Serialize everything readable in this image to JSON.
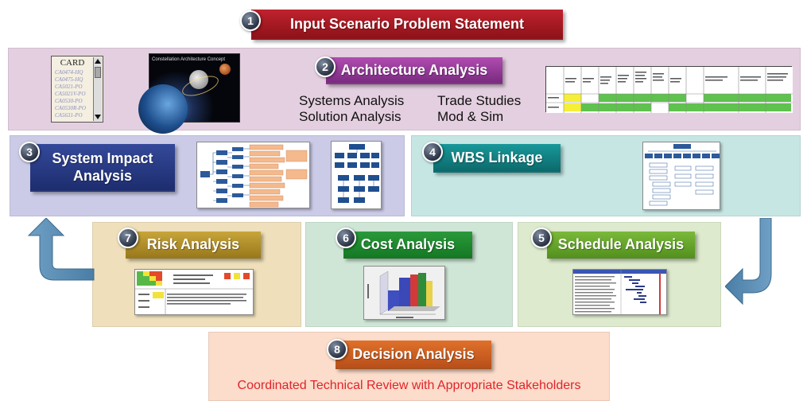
{
  "steps": [
    {
      "num": "1",
      "title": "Input Scenario Problem Statement"
    },
    {
      "num": "2",
      "title": "Architecture Analysis"
    },
    {
      "num": "3",
      "title_line1": "System Impact",
      "title_line2": "Analysis"
    },
    {
      "num": "4",
      "title": "WBS Linkage"
    },
    {
      "num": "5",
      "title": "Schedule Analysis"
    },
    {
      "num": "6",
      "title": "Cost Analysis"
    },
    {
      "num": "7",
      "title": "Risk Analysis"
    },
    {
      "num": "8",
      "title": "Decision Analysis"
    }
  ],
  "architecture": {
    "left_items": [
      "Systems Analysis",
      "Solution Analysis"
    ],
    "right_items": [
      "Trade Studies",
      "Mod & Sim"
    ]
  },
  "card": {
    "title": "CARD",
    "items": [
      "CA0474-HQ",
      "CA0475-HQ",
      "CA5021-PO",
      "CA5021V-PO",
      "CA0530-PO",
      "CA0530R-PO",
      "CA5631-PO"
    ]
  },
  "constellation": {
    "title": "Constellation Architecture Concept"
  },
  "decision": {
    "subtitle": "Coordinated Technical Review with Appropriate Stakeholders"
  },
  "colors": {
    "input": "#a8191f",
    "architecture": "#9a3c9c",
    "system_impact": "#283c86",
    "wbs": "#128284",
    "risk": "#b3902c",
    "cost": "#1e8c30",
    "schedule": "#68a82c",
    "decision": "#cf6022",
    "subtitle_text": "#e0242c"
  }
}
